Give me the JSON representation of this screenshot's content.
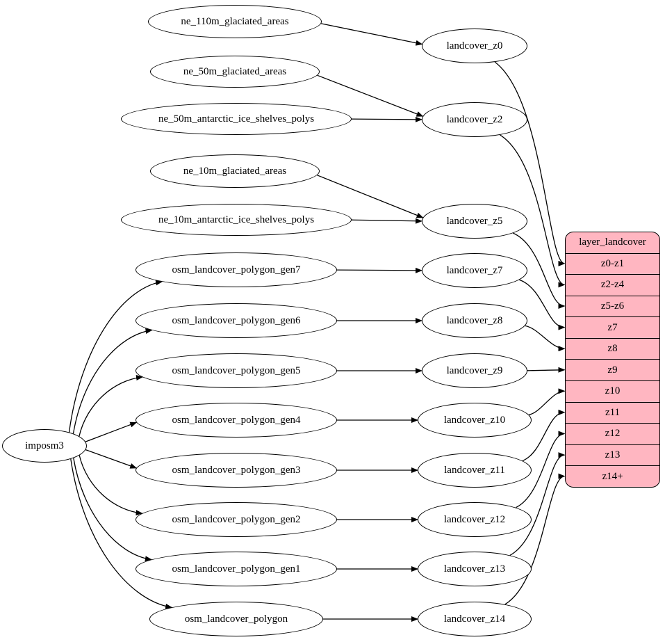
{
  "diagram": {
    "colors": {
      "background": "#ffffff",
      "node_fill": "#ffffff",
      "node_stroke": "#000000",
      "table_fill": "#ffb6c1",
      "edge_stroke": "#000000"
    },
    "nodes": {
      "imposm3": "imposm3",
      "ne_110m_glaciated_areas": "ne_110m_glaciated_areas",
      "ne_50m_glaciated_areas": "ne_50m_glaciated_areas",
      "ne_50m_antarctic_ice_shelves_polys": "ne_50m_antarctic_ice_shelves_polys",
      "ne_10m_glaciated_areas": "ne_10m_glaciated_areas",
      "ne_10m_antarctic_ice_shelves_polys": "ne_10m_antarctic_ice_shelves_polys",
      "osm_landcover_polygon_gen7": "osm_landcover_polygon_gen7",
      "osm_landcover_polygon_gen6": "osm_landcover_polygon_gen6",
      "osm_landcover_polygon_gen5": "osm_landcover_polygon_gen5",
      "osm_landcover_polygon_gen4": "osm_landcover_polygon_gen4",
      "osm_landcover_polygon_gen3": "osm_landcover_polygon_gen3",
      "osm_landcover_polygon_gen2": "osm_landcover_polygon_gen2",
      "osm_landcover_polygon_gen1": "osm_landcover_polygon_gen1",
      "osm_landcover_polygon": "osm_landcover_polygon",
      "landcover_z0": "landcover_z0",
      "landcover_z2": "landcover_z2",
      "landcover_z5": "landcover_z5",
      "landcover_z7": "landcover_z7",
      "landcover_z8": "landcover_z8",
      "landcover_z9": "landcover_z9",
      "landcover_z10": "landcover_z10",
      "landcover_z11": "landcover_z11",
      "landcover_z12": "landcover_z12",
      "landcover_z13": "landcover_z13",
      "landcover_z14": "landcover_z14"
    },
    "table": {
      "title": "layer_landcover",
      "rows": [
        "z0-z1",
        "z2-z4",
        "z5-z6",
        "z7",
        "z8",
        "z9",
        "z10",
        "z11",
        "z12",
        "z13",
        "z14+"
      ]
    },
    "edges": [
      [
        "ne_110m_glaciated_areas",
        "landcover_z0"
      ],
      [
        "ne_50m_glaciated_areas",
        "landcover_z2"
      ],
      [
        "ne_50m_antarctic_ice_shelves_polys",
        "landcover_z2"
      ],
      [
        "ne_10m_glaciated_areas",
        "landcover_z5"
      ],
      [
        "ne_10m_antarctic_ice_shelves_polys",
        "landcover_z5"
      ],
      [
        "imposm3",
        "osm_landcover_polygon_gen7"
      ],
      [
        "imposm3",
        "osm_landcover_polygon_gen6"
      ],
      [
        "imposm3",
        "osm_landcover_polygon_gen5"
      ],
      [
        "imposm3",
        "osm_landcover_polygon_gen4"
      ],
      [
        "imposm3",
        "osm_landcover_polygon_gen3"
      ],
      [
        "imposm3",
        "osm_landcover_polygon_gen2"
      ],
      [
        "imposm3",
        "osm_landcover_polygon_gen1"
      ],
      [
        "imposm3",
        "osm_landcover_polygon"
      ],
      [
        "osm_landcover_polygon_gen7",
        "landcover_z7"
      ],
      [
        "osm_landcover_polygon_gen6",
        "landcover_z8"
      ],
      [
        "osm_landcover_polygon_gen5",
        "landcover_z9"
      ],
      [
        "osm_landcover_polygon_gen4",
        "landcover_z10"
      ],
      [
        "osm_landcover_polygon_gen3",
        "landcover_z11"
      ],
      [
        "osm_landcover_polygon_gen2",
        "landcover_z12"
      ],
      [
        "osm_landcover_polygon_gen1",
        "landcover_z13"
      ],
      [
        "osm_landcover_polygon",
        "landcover_z14"
      ],
      [
        "landcover_z0",
        "row:z0-z1"
      ],
      [
        "landcover_z2",
        "row:z2-z4"
      ],
      [
        "landcover_z5",
        "row:z5-z6"
      ],
      [
        "landcover_z7",
        "row:z7"
      ],
      [
        "landcover_z8",
        "row:z8"
      ],
      [
        "landcover_z9",
        "row:z9"
      ],
      [
        "landcover_z10",
        "row:z10"
      ],
      [
        "landcover_z11",
        "row:z11"
      ],
      [
        "landcover_z12",
        "row:z12"
      ],
      [
        "landcover_z13",
        "row:z13"
      ],
      [
        "landcover_z14",
        "row:z14+"
      ]
    ]
  }
}
